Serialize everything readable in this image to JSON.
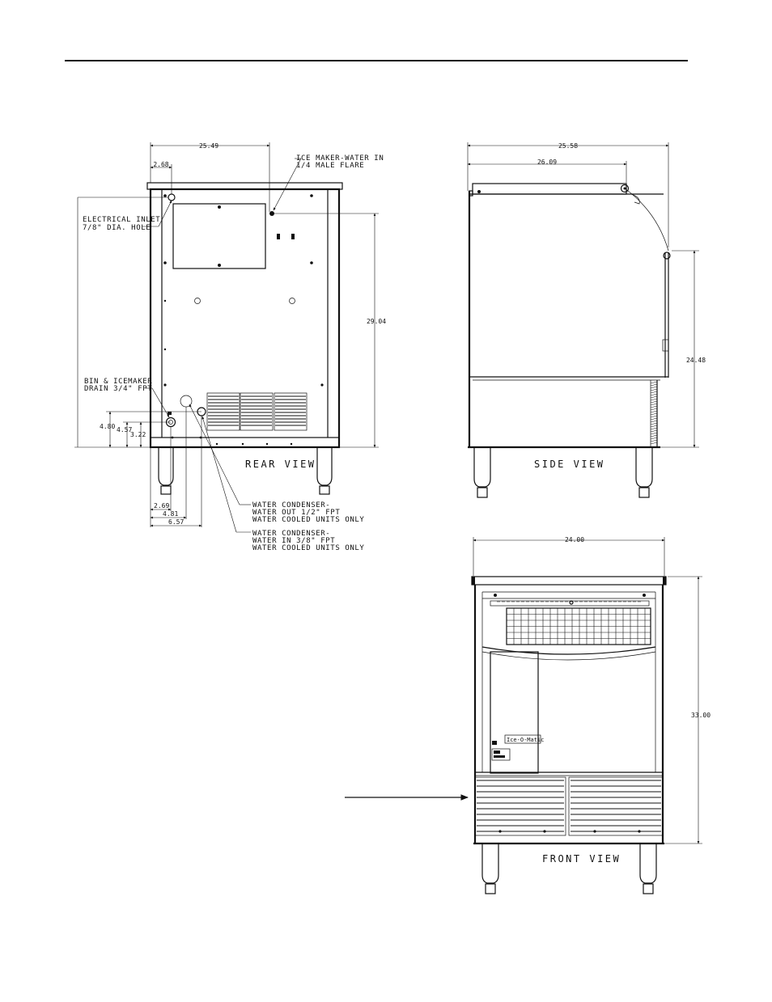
{
  "rear_view": {
    "title": "REAR VIEW",
    "dims": {
      "overall_width": "25.49",
      "inlet_offset": "2.68",
      "height": "29.04",
      "drain_h1": "4.80",
      "drain_h2": "4.57",
      "drain_h3": "3.22",
      "bot_w1": "2.69",
      "bot_w2": "4.81",
      "bot_w3": "6.57"
    },
    "callouts": {
      "electrical_line1": "ELECTRICAL INLET",
      "electrical_line2": "7/8\" DIA. HOLE",
      "icemaker_water_line1": "ICE MAKER-WATER IN",
      "icemaker_water_line2": "1/4 MALE FLARE",
      "drain_line1": "BIN & ICEMAKER",
      "drain_line2": "DRAIN 3/4\" FPT",
      "cond_out_line1": "WATER CONDENSER-",
      "cond_out_line2": "WATER OUT 1/2\" FPT",
      "cond_out_line3": "WATER COOLED UNITS ONLY",
      "cond_in_line1": "WATER CONDENSER-",
      "cond_in_line2": "WATER IN 3/8\" FPT",
      "cond_in_line3": "WATER COOLED UNITS ONLY"
    }
  },
  "side_view": {
    "title": "SIDE VIEW",
    "dims": {
      "overall_depth": "25.58",
      "top_depth": "26.09",
      "height": "24.48"
    }
  },
  "front_view": {
    "title": "FRONT VIEW",
    "dims": {
      "width": "24.00",
      "height": "33.00"
    },
    "brand": "Ice-O-Matic"
  }
}
